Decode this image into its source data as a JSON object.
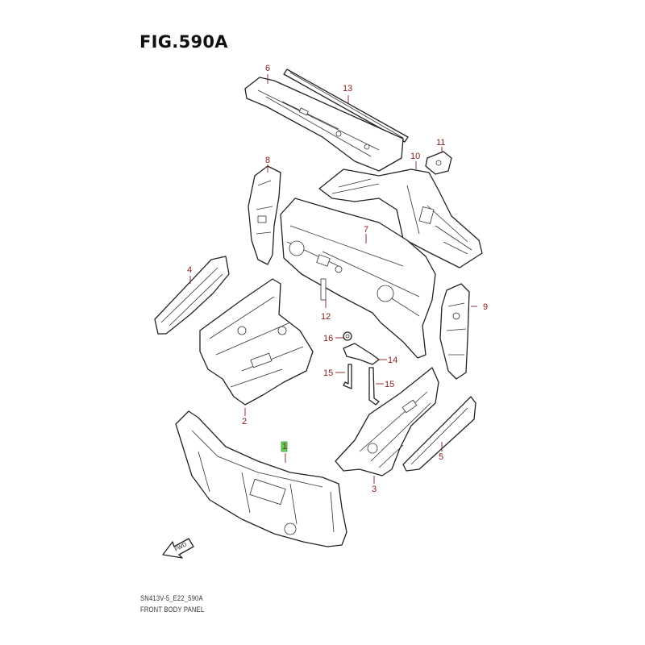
{
  "figure": {
    "title": "FIG.590A",
    "code": "SN413V-5_E22_590A",
    "name": "FRONT BODY PANEL"
  },
  "fwd_arrow": {
    "label": "FWD"
  },
  "callouts": [
    {
      "id": "1",
      "highlighted": true
    },
    {
      "id": "2"
    },
    {
      "id": "3"
    },
    {
      "id": "4"
    },
    {
      "id": "5"
    },
    {
      "id": "6"
    },
    {
      "id": "7"
    },
    {
      "id": "8"
    },
    {
      "id": "9"
    },
    {
      "id": "10"
    },
    {
      "id": "11"
    },
    {
      "id": "12"
    },
    {
      "id": "13"
    },
    {
      "id": "14"
    },
    {
      "id": "15"
    },
    {
      "id": "15"
    },
    {
      "id": "16"
    }
  ],
  "colors": {
    "callout": "#8b1a1a",
    "highlight": "#5fd35f",
    "line": "#222222"
  }
}
